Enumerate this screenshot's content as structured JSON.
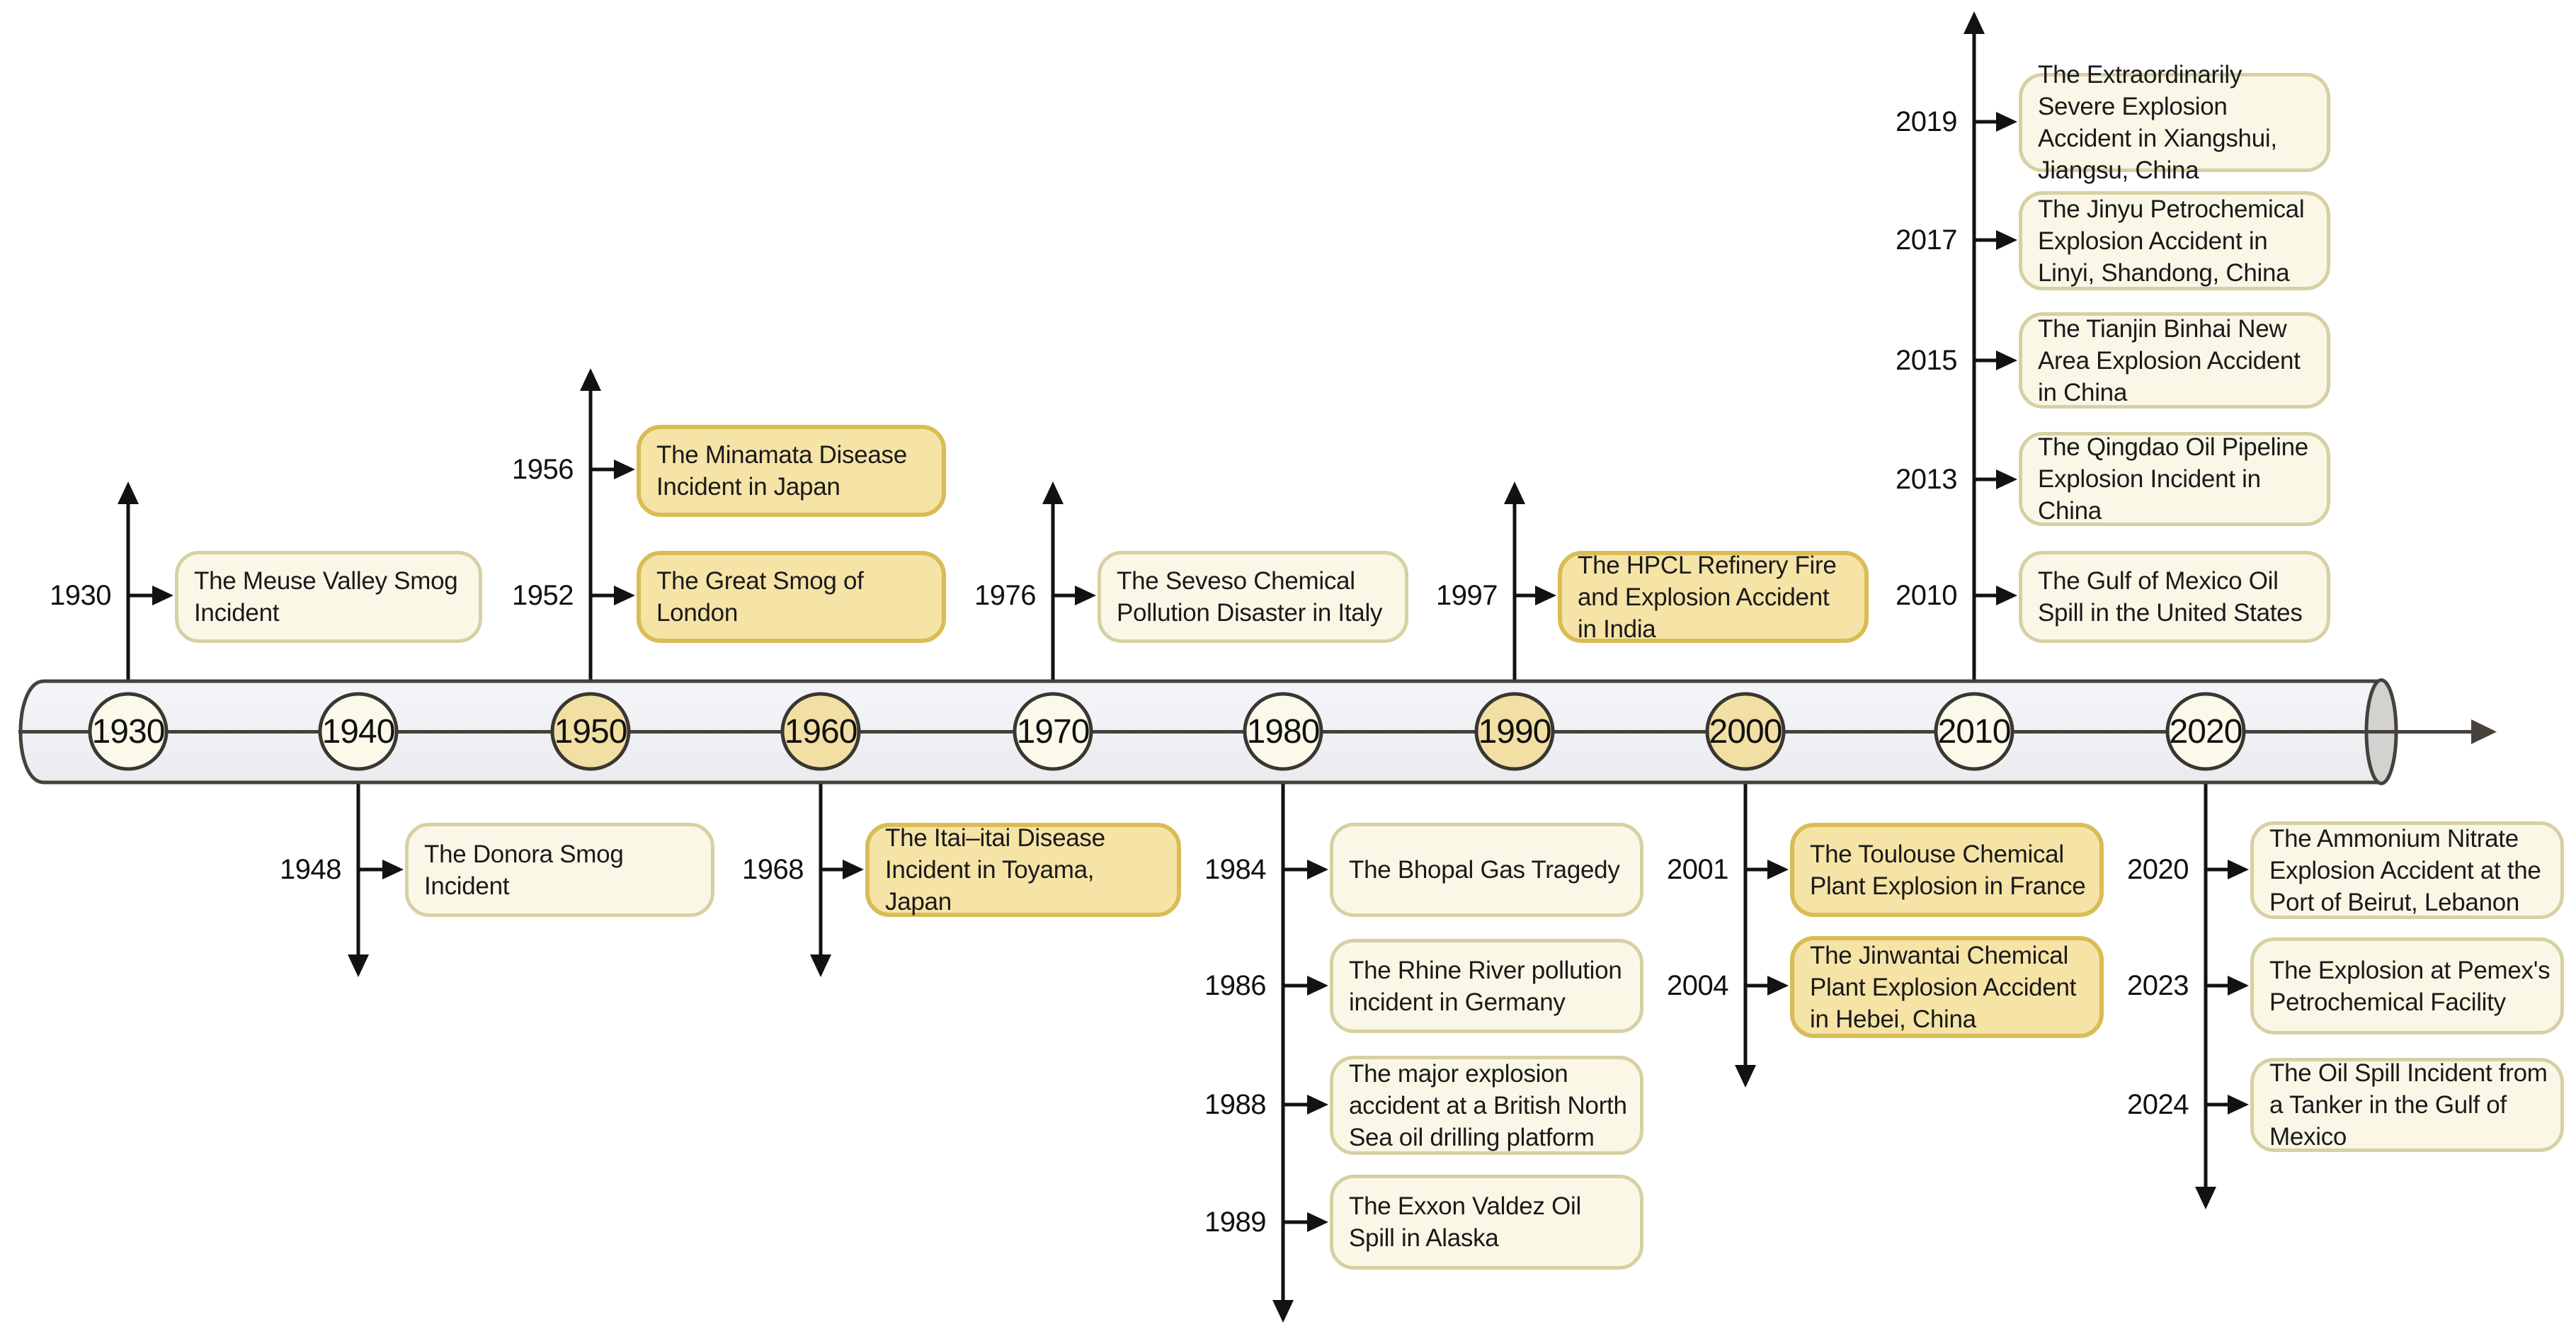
{
  "diagram_title": "Timeline of major pollution and explosion accidents",
  "colors": {
    "box_cream_fill": "#FAF7E6",
    "box_cream_border": "#D6D0A3",
    "box_gold_fill": "#F6E3A6",
    "box_gold_border": "#D9BC55",
    "tube_fill": "#EFF1F5",
    "tube_stroke": "#47413B",
    "tube_cap_fill": "#D2D2D0",
    "decade_cream_fill": "#FBF9EA",
    "decade_gold_fill": "#F2DFA3",
    "decade_stroke": "#3A3631",
    "line_color": "#121212"
  },
  "timeline": {
    "decades": [
      {
        "label": "1930",
        "color": "cream"
      },
      {
        "label": "1940",
        "color": "cream"
      },
      {
        "label": "1950",
        "color": "gold"
      },
      {
        "label": "1960",
        "color": "gold"
      },
      {
        "label": "1970",
        "color": "cream"
      },
      {
        "label": "1980",
        "color": "cream"
      },
      {
        "label": "1990",
        "color": "gold"
      },
      {
        "label": "2000",
        "color": "gold"
      },
      {
        "label": "2010",
        "color": "cream"
      },
      {
        "label": "2020",
        "color": "cream"
      }
    ]
  },
  "events": {
    "above": [
      {
        "year": "1930",
        "title": "The Meuse Valley Smog Incident",
        "style": "cream"
      },
      {
        "year": "1956",
        "title": "The Minamata Disease Incident in Japan",
        "style": "gold"
      },
      {
        "year": "1952",
        "title": "The Great Smog of London",
        "style": "gold"
      },
      {
        "year": "1976",
        "title": "The Seveso Chemical Pollution Disaster in Italy",
        "style": "cream"
      },
      {
        "year": "1997",
        "title": "The HPCL Refinery Fire and Explosion Accident in India",
        "style": "gold"
      },
      {
        "year": "2019",
        "title": "The Extraordinarily Severe Explosion Accident in Xiangshui, Jiangsu, China",
        "style": "cream"
      },
      {
        "year": "2017",
        "title": "The Jinyu Petrochemical Explosion Accident in Linyi, Shandong, China",
        "style": "cream"
      },
      {
        "year": "2015",
        "title": "The Tianjin Binhai New Area Explosion Accident in China",
        "style": "cream"
      },
      {
        "year": "2013",
        "title": "The Qingdao Oil Pipeline Explosion Incident in China",
        "style": "cream"
      },
      {
        "year": "2010",
        "title": "The Gulf of Mexico Oil Spill in the United States",
        "style": "cream"
      }
    ],
    "below": [
      {
        "year": "1948",
        "title": "The Donora Smog Incident",
        "style": "cream"
      },
      {
        "year": "1968",
        "title": "The Itai–itai Disease Incident in Toyama, Japan",
        "style": "gold"
      },
      {
        "year": "1984",
        "title": "The Bhopal Gas Tragedy",
        "style": "cream"
      },
      {
        "year": "1986",
        "title": "The Rhine River pollution incident in Germany",
        "style": "cream"
      },
      {
        "year": "1988",
        "title": "The major explosion accident at a British North Sea oil drilling platform",
        "style": "cream"
      },
      {
        "year": "1989",
        "title": "The Exxon Valdez Oil Spill in Alaska",
        "style": "cream"
      },
      {
        "year": "2001",
        "title": "The Toulouse Chemical Plant Explosion in France",
        "style": "gold"
      },
      {
        "year": "2004",
        "title": "The Jinwantai Chemical Plant Explosion Accident in Hebei, China",
        "style": "gold"
      },
      {
        "year": "2020",
        "title": "The Ammonium Nitrate Explosion Accident at the Port of Beirut, Lebanon",
        "style": "cream"
      },
      {
        "year": "2023",
        "title": "The Explosion at Pemex's Petrochemical Facility",
        "style": "cream"
      },
      {
        "year": "2024",
        "title": "The Oil Spill Incident from a Tanker in the Gulf of Mexico",
        "style": "cream"
      }
    ]
  }
}
